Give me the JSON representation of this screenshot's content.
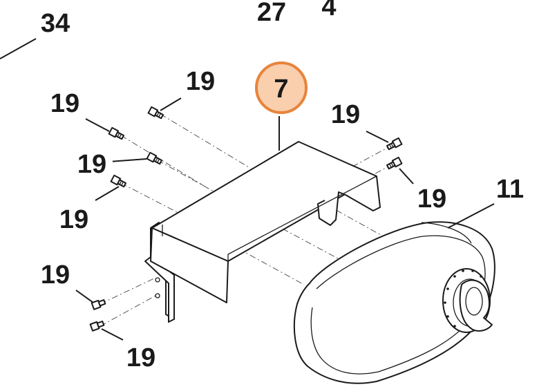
{
  "callouts": {
    "c34": "34",
    "c27": "27",
    "c4": "4",
    "c7": "7",
    "c11": "11",
    "c19_top": "19",
    "c19_left_a": "19",
    "c19_left_b": "19",
    "c19_left_c": "19",
    "c19_right_a": "19",
    "c19_right_b": "19",
    "c19_bottom_a": "19",
    "c19_bottom_b": "19"
  },
  "colors": {
    "highlight_fill": "#f9cfae",
    "highlight_stroke": "#e8843c",
    "line": "#1a1a1a"
  },
  "highlighted_part": "7"
}
